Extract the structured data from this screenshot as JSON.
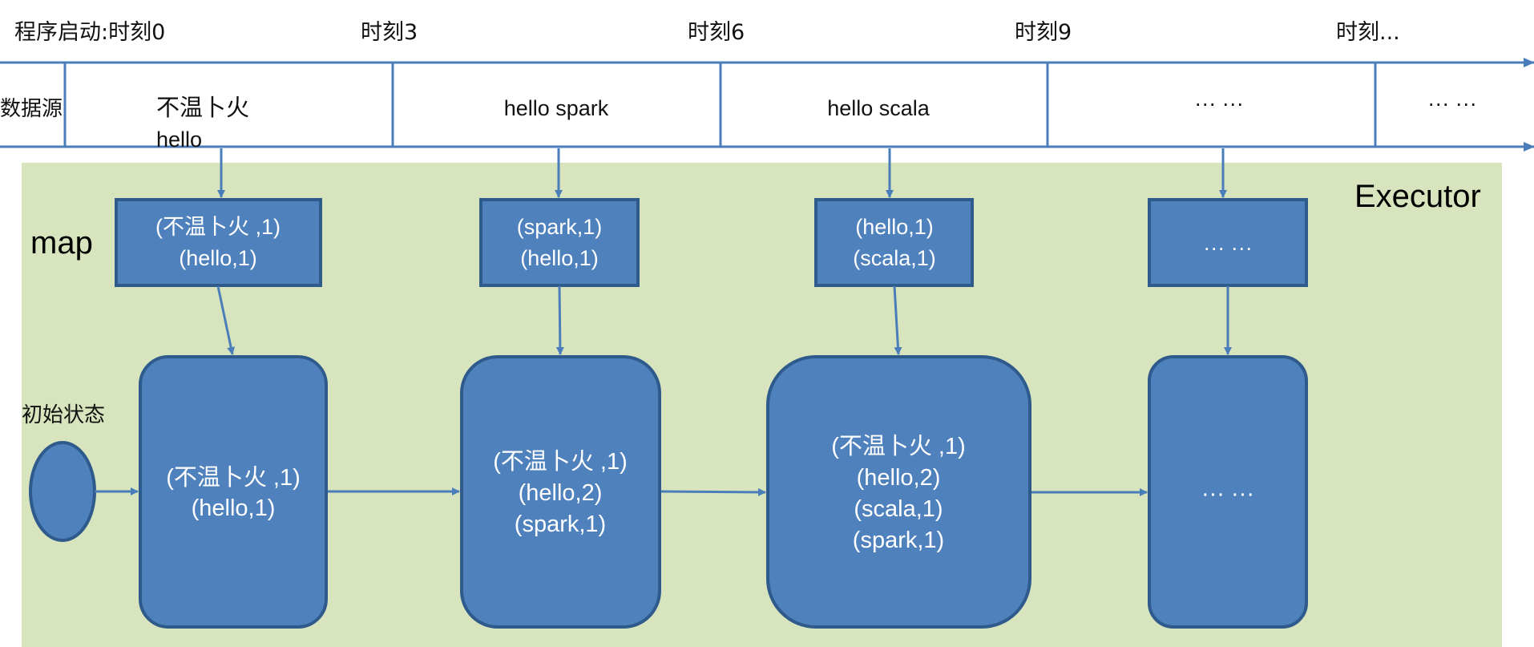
{
  "colors": {
    "line": "#4a7ebb",
    "box_fill": "#4f81bd",
    "box_stroke": "#2e5a8c",
    "executor_bg": "#d7e4bd"
  },
  "timeline": {
    "labels": [
      "程序启动:时刻0",
      "时刻3",
      "时刻6",
      "时刻9",
      "时刻..."
    ]
  },
  "source": {
    "label": "数据源",
    "cells": [
      [
        "不温卜火",
        "hello"
      ],
      [
        "hello spark"
      ],
      [
        "hello scala"
      ],
      [
        "··· ···"
      ],
      [
        "··· ···"
      ]
    ]
  },
  "executor": {
    "label": "Executor"
  },
  "map": {
    "label": "map",
    "boxes": [
      [
        "(不温卜火 ,1)",
        "(hello,1)"
      ],
      [
        "(spark,1)",
        "(hello,1)"
      ],
      [
        "(hello,1)",
        "(scala,1)"
      ],
      [
        "··· ···"
      ]
    ]
  },
  "state": {
    "initial_label": "初始状态",
    "boxes": [
      [
        "(不温卜火 ,1)",
        "(hello,1)"
      ],
      [
        "(不温卜火 ,1)",
        "(hello,2)",
        "(spark,1)"
      ],
      [
        "(不温卜火 ,1)",
        "(hello,2)",
        "(scala,1)",
        "(spark,1)"
      ],
      [
        "··· ···"
      ]
    ]
  }
}
